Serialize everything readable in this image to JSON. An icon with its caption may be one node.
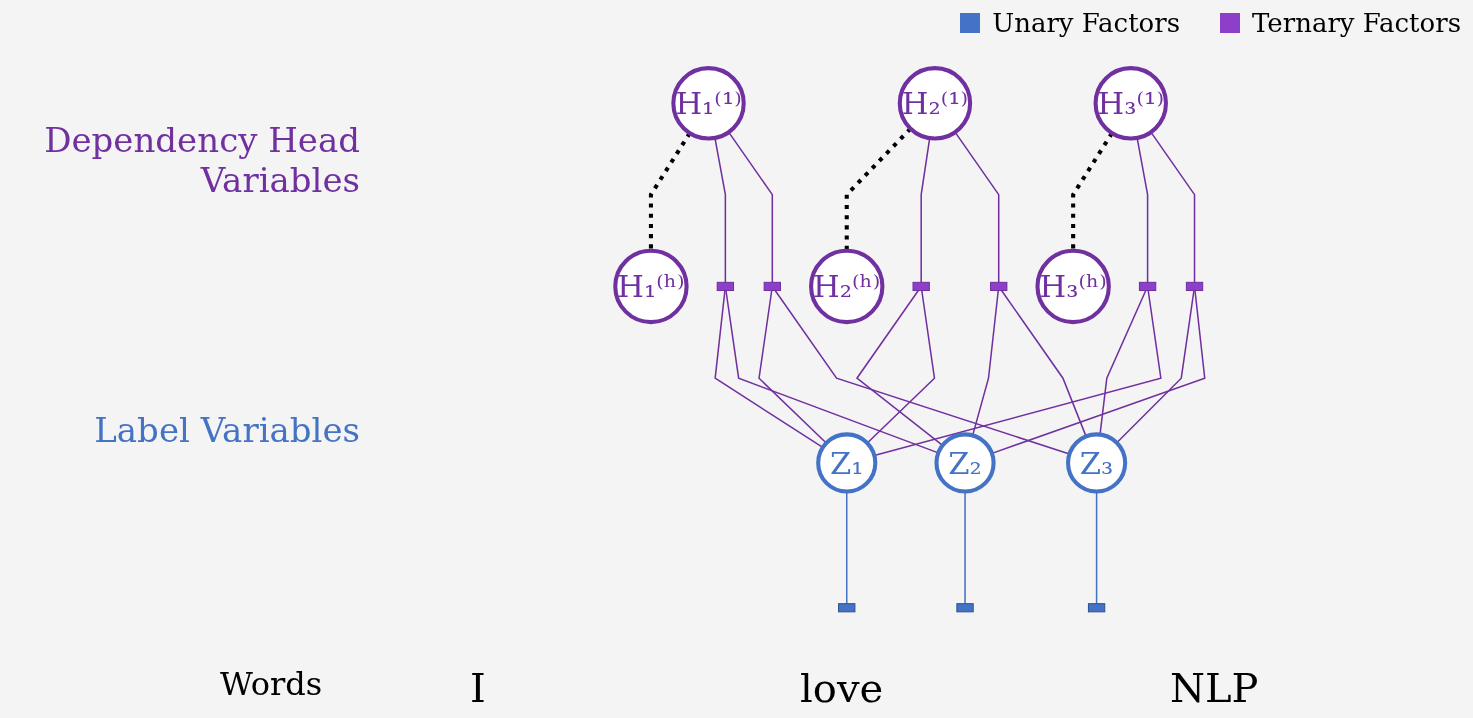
{
  "diagram": {
    "nodes": [
      {
        "text": [
          "H₁⁽¹⁾"
        ]
      },
      {
        "text": [
          "H₁⁽ʰ⁾"
        ]
      },
      {
        "text": [
          "H₂⁽¹⁾"
        ]
      },
      {
        "text": [
          "H₂⁽ʰ⁾"
        ]
      },
      {
        "text": [
          "H₃⁽¹⁾"
        ]
      },
      {
        "text": [
          "H₃⁽ʰ⁾"
        ]
      },
      {
        "text": [],
        "shape": "box"
      },
      {
        "text": [],
        "shape": "box"
      },
      {
        "text": [],
        "shape": "box"
      },
      {
        "text": [],
        "shape": "box"
      },
      {
        "text": [],
        "shape": "box"
      },
      {
        "text": [],
        "shape": "box"
      },
      {
        "text": [
          "Z₁"
        ]
      },
      {
        "text": [
          "Z₂"
        ]
      },
      {
        "text": [
          "Z₃"
        ]
      },
      {
        "text": [],
        "shape": "box"
      },
      {
        "text": [],
        "shape": "box"
      },
      {
        "text": [],
        "shape": "box"
      }
    ],
    "edges": [
      {
        "from": 0,
        "to": 1,
        "arrow": "none",
        "style": "dashed",
        "color": "#000000"
      },
      {
        "from": 2,
        "to": 3,
        "arrow": "none",
        "style": "dashed",
        "color": "#000000"
      },
      {
        "from": 4,
        "to": 5,
        "arrow": "none",
        "style": "dashed",
        "color": "#000000"
      },
      {
        "from": 0,
        "to": 6,
        "arrow": "none"
      },
      {
        "from": 0,
        "to": 7,
        "arrow": "none"
      },
      {
        "from": 2,
        "to": 8,
        "arrow": "none"
      },
      {
        "from": 2,
        "to": 9,
        "arrow": "none"
      },
      {
        "from": 4,
        "to": 10,
        "arrow": "none"
      },
      {
        "from": 4,
        "to": 11,
        "arrow": "none"
      },
      {
        "from": 6,
        "to": 12,
        "arrow": "none"
      },
      {
        "from": 6,
        "to": 13,
        "arrow": "none"
      },
      {
        "from": 7,
        "to": 12,
        "arrow": "none"
      },
      {
        "from": 7,
        "to": 14,
        "arrow": "none"
      },
      {
        "from": 8,
        "to": 13,
        "arrow": "none"
      },
      {
        "from": 8,
        "to": 12,
        "arrow": "none"
      },
      {
        "from": 9,
        "to": 13,
        "arrow": "none"
      },
      {
        "from": 9,
        "to": 14,
        "arrow": "none"
      },
      {
        "from": 10,
        "to": 14,
        "arrow": "none"
      },
      {
        "from": 10,
        "to": 12,
        "arrow": "none"
      },
      {
        "from": 11,
        "to": 14,
        "arrow": "none"
      },
      {
        "from": 11,
        "to": 13,
        "arrow": "none"
      },
      {
        "from": 12,
        "to": 15,
        "arrow": "none",
        "color": "#4472c4"
      },
      {
        "from": 13,
        "to": 16,
        "arrow": "none",
        "color": "#4472c4"
      },
      {
        "from": 14,
        "to": 17,
        "arrow": "none",
        "color": "#4472c4"
      }
    ],
    "labels": [
      "Dependency Head Variables",
      "Label Variables",
      "Words",
      "I",
      "love",
      "NLP"
    ],
    "legend": [
      {
        "text": "Unary Factors",
        "color": "#4472c4"
      },
      {
        "text": "Ternary Factors",
        "color": "#8e3fc9"
      }
    ]
  }
}
